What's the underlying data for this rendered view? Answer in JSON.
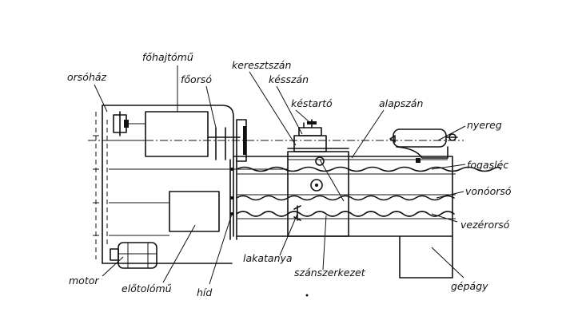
{
  "labels": {
    "orsohaz": "orsóház",
    "fohajtomu": "főhajtómű",
    "foorso": "főorsó",
    "keresztszan": "keresztszán",
    "kesszan": "késszán",
    "kestarto": "késtartó",
    "alapszan": "alapszán",
    "nyereg": "nyereg",
    "fogasléc": "fogasléc",
    "vonoorso": "vonóorsó",
    "vezerorso": "vezérorsó",
    "gepagy": "gépágy",
    "szanszerkezet": "szánszerkezet",
    "lakatanya": "lakatanya",
    "hid": "híd",
    "elotolomu": "előtolómű",
    "motor": "motor"
  }
}
